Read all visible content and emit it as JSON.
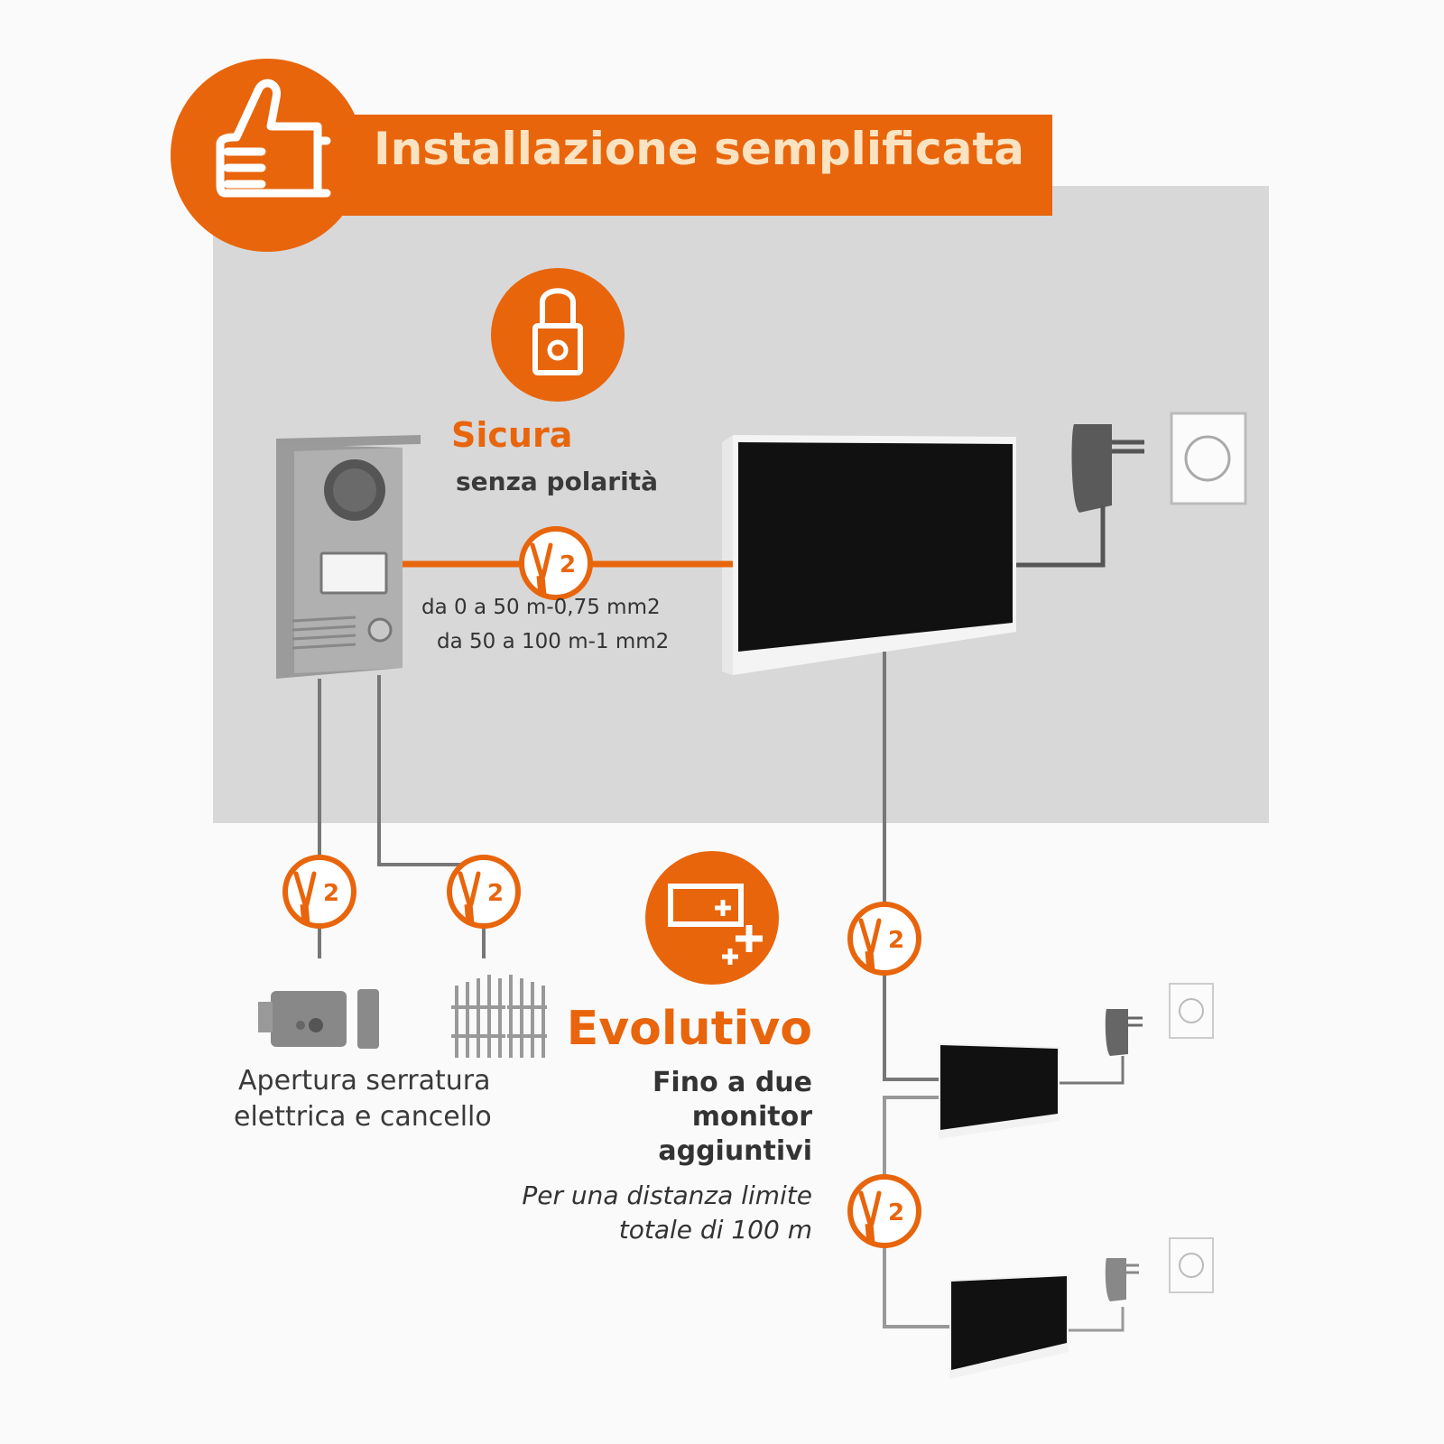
{
  "header": {
    "title": "Installazione semplificata",
    "icon": "thumbs-up-icon"
  },
  "secure": {
    "title": "Sicura",
    "subtitle": "senza polarità",
    "icon": "padlock-icon"
  },
  "cable": {
    "spec_line1": "da 0 a 50 m-0,75 mm2",
    "spec_line2": "da 50 a 100 m-1 mm2",
    "wire_count": "2",
    "icon": "two-wire-cable-icon"
  },
  "opening": {
    "line1": "Apertura serratura",
    "line2": "elettrica e cancello",
    "icons": [
      "electric-lock-icon",
      "gate-icon"
    ]
  },
  "evolutive": {
    "title": "Evolutivo",
    "line1": "Fino a due",
    "line2": "monitor",
    "line3": "aggiuntivi",
    "note_line1": "Per una distanza limite",
    "note_line2": "totale di 100 m",
    "icon": "add-monitor-icon"
  },
  "colors": {
    "accent": "#e8650c",
    "panel": "#d8d8d8",
    "background": "#fafafa",
    "title_text": "#fbe3c2"
  }
}
